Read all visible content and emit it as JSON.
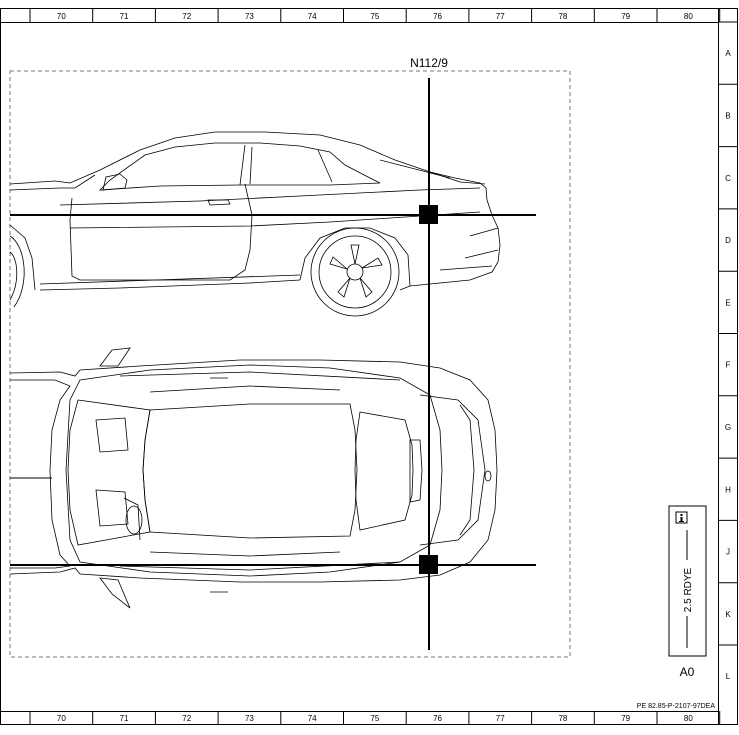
{
  "grid": {
    "columns": [
      "70",
      "71",
      "72",
      "73",
      "74",
      "75",
      "76",
      "77",
      "78",
      "79",
      "80"
    ],
    "rows": [
      "A",
      "B",
      "C",
      "D",
      "E",
      "F",
      "G",
      "H",
      "J",
      "K",
      "L"
    ]
  },
  "component": {
    "label": "N112/9"
  },
  "legend": {
    "icon": "info-icon",
    "wire_label": "2.5 RDYE",
    "size_label": "A0"
  },
  "document_id": "PE 82.85-P-2107-97DEA"
}
